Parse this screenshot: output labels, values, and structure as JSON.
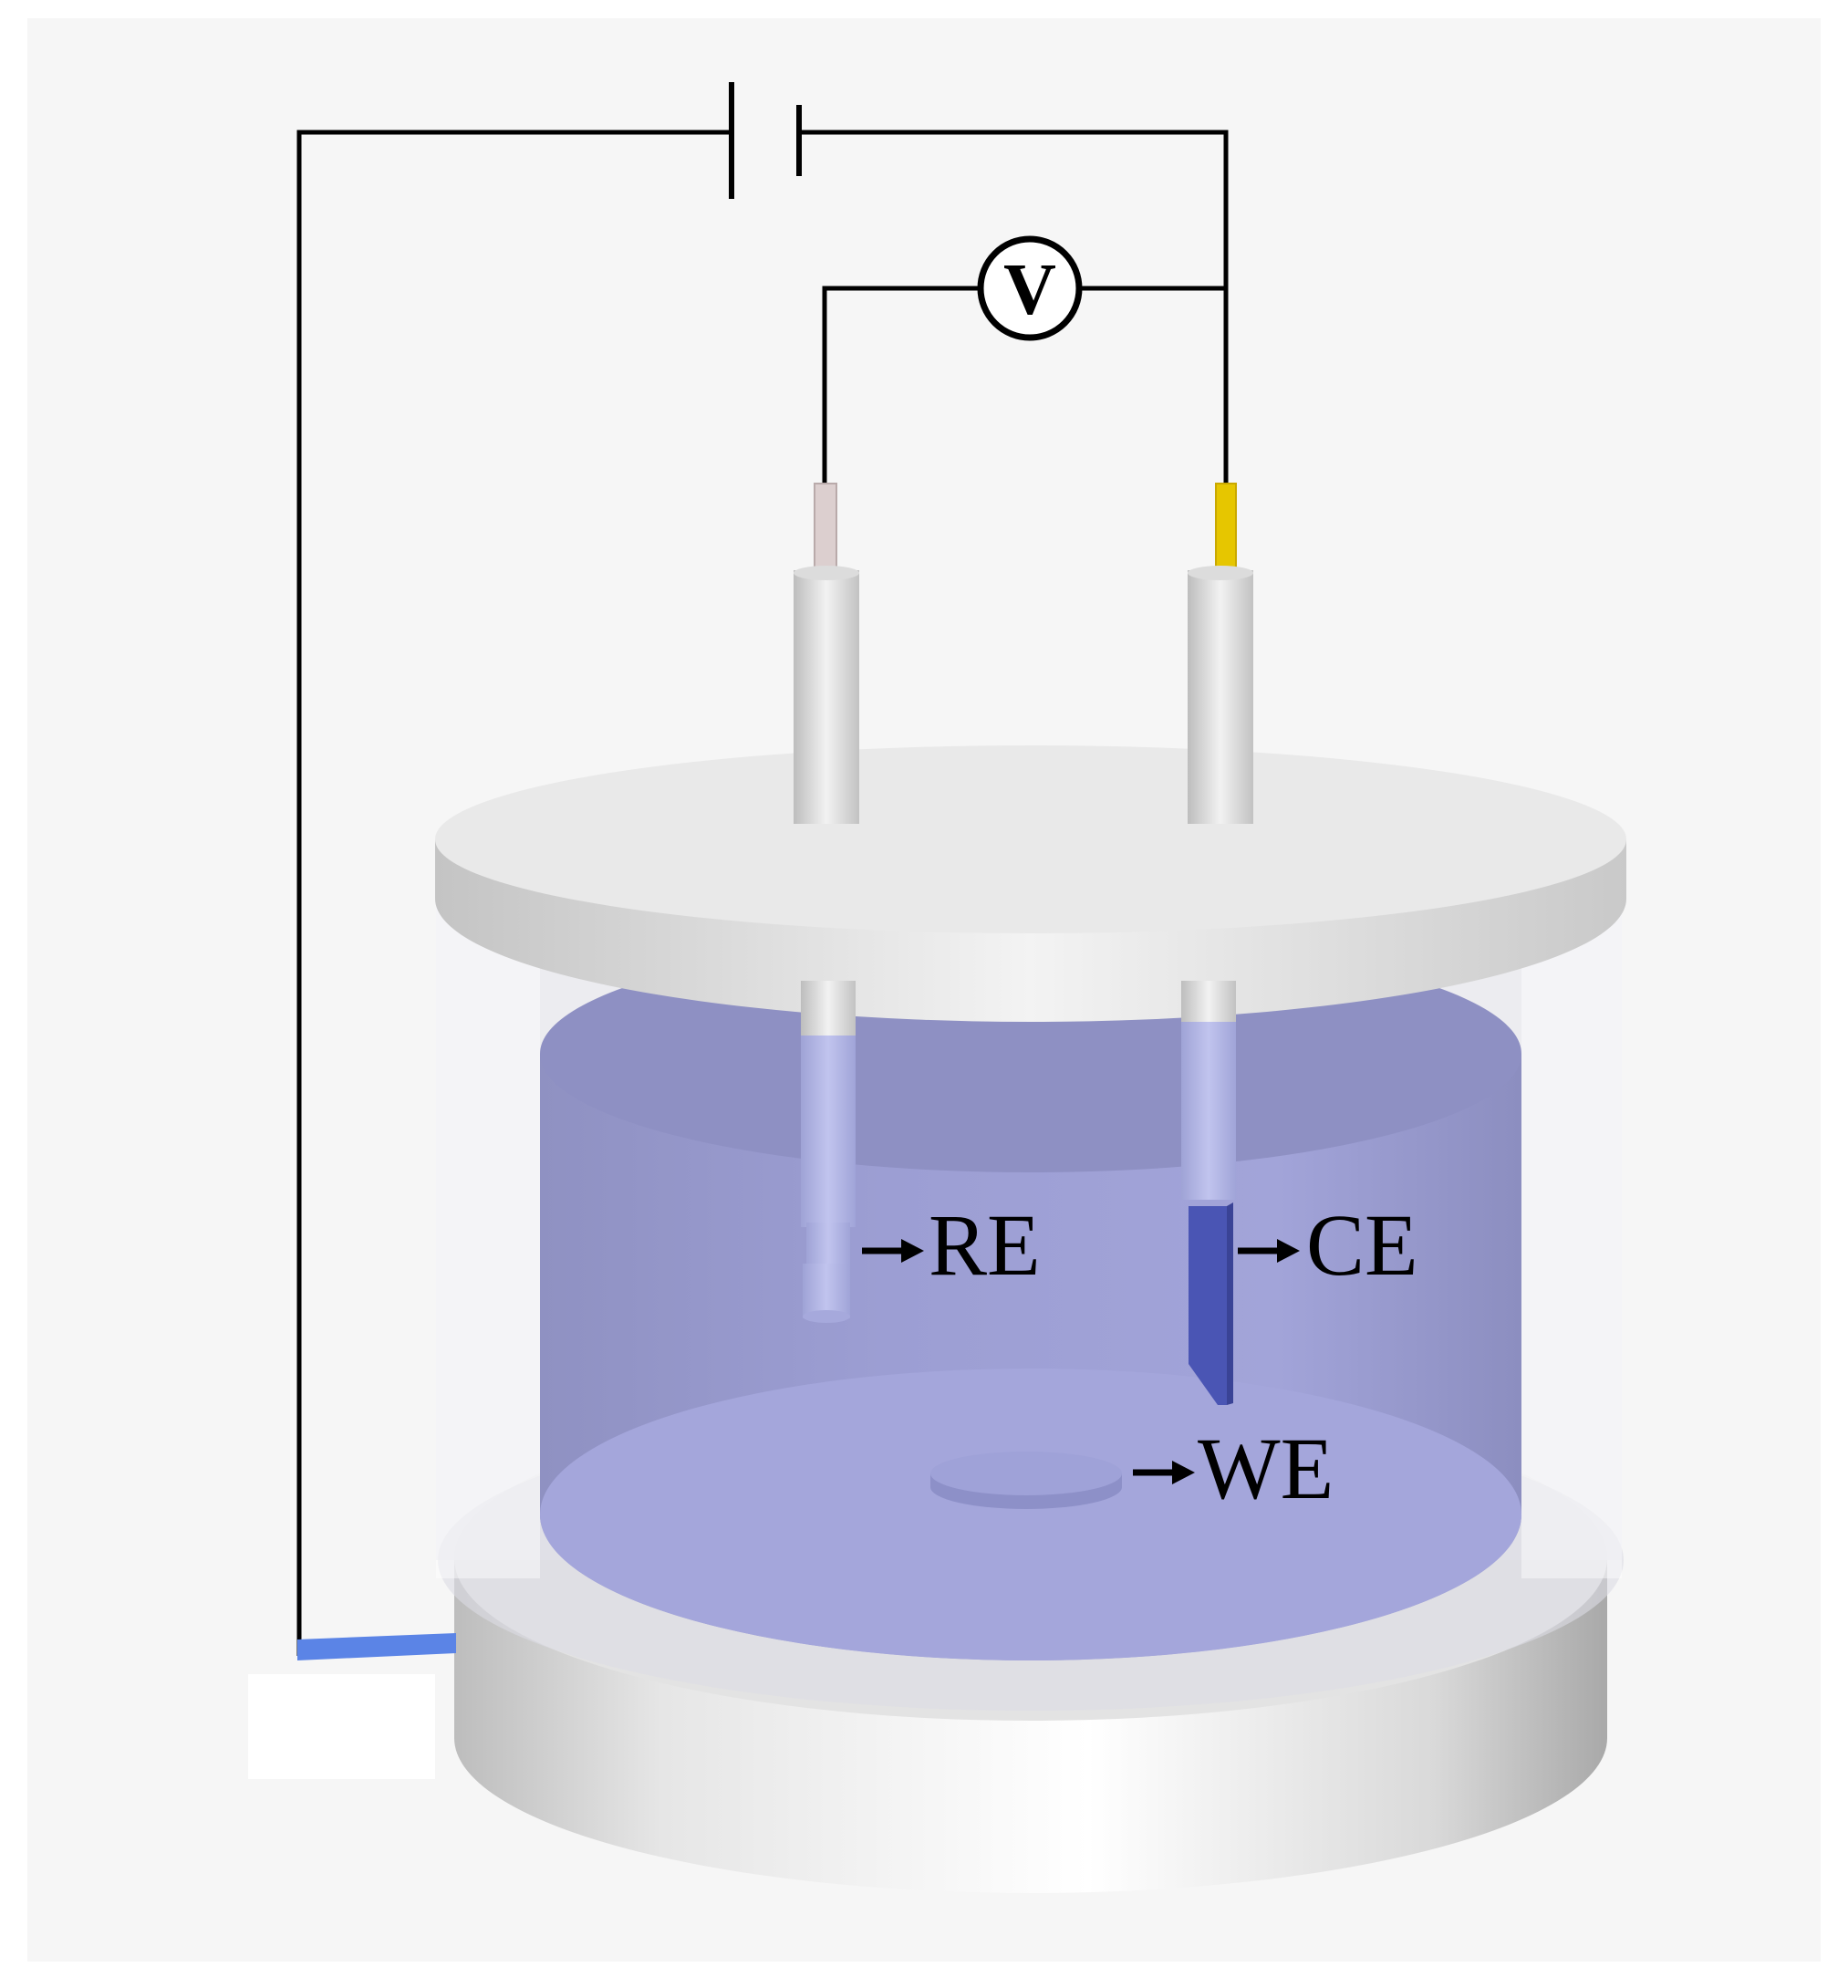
{
  "labels": {
    "reference_electrode": "RE",
    "counter_electrode": "CE",
    "working_electrode": "WE",
    "voltmeter": "V"
  },
  "colors": {
    "background_panel": "#f6f6f6",
    "electrolyte": "#9a9cd0",
    "electrolyte_dark": "#8c8fc4",
    "cell_gray": "#d7d7d7",
    "wire": "#000000",
    "re_tip": "#dccfcf",
    "ce_tip": "#e6c600",
    "ce_plate": "#4a55b4",
    "we_contact": "#5b84e6"
  }
}
